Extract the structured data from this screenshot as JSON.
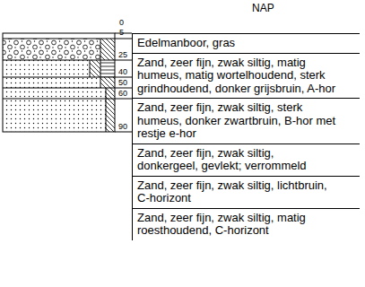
{
  "diagram": {
    "nodes": [
      {
        "text": [
          "Edelmanboor, gras"
        ]
      },
      {
        "text": [
          "Zand, zeer fijn, zwak siltig, matig humeus, matig wortelhoudend, sterk grindhoudend, donker grijsbruin, A-hor"
        ]
      },
      {
        "text": [
          "Zand, zeer fijn, zwak siltig, sterk humeus, donker zwartbruin, B-hor met restje e-hor"
        ]
      },
      {
        "text": [
          "Zand, zeer fijn, zwak siltig, donkergeel, gevlekt; verrommeld"
        ]
      },
      {
        "text": [
          "Zand, zeer fijn, zwak siltig, lichtbruin, C-horizont"
        ]
      },
      {
        "text": [
          "Zand, zeer fijn, zwak siltig, matig roesthoudend, C-horizont"
        ]
      }
    ],
    "labels": [
      "NAP",
      "0",
      "5",
      "25",
      "40",
      "50",
      "60",
      "90"
    ]
  }
}
